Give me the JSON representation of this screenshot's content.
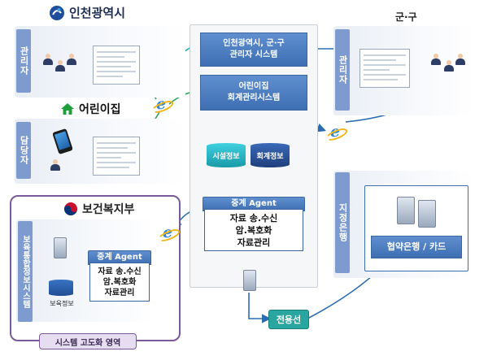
{
  "orgs": {
    "incheon": "인천광역시",
    "daycare": "어린이집",
    "gungu": "군·구",
    "mohw": "보건복지부"
  },
  "side_tabs": {
    "admin_left": "관리자",
    "staff": "담당자",
    "admin_right": "관리자",
    "bank": "지정은행",
    "welfare": "보육통합정보시스템"
  },
  "center": {
    "admin_system": [
      "인천광역시, 군·구",
      "관리자 시스템"
    ],
    "accounting_system": [
      "어린이집",
      "회계관리시스템"
    ],
    "db_facility": "시설정보",
    "db_accounting": "회계정보",
    "agent_title": "중계 Agent",
    "agent_lines": [
      "자료 송.수신",
      "암.복호화",
      "자료관리"
    ]
  },
  "welfare_box": {
    "agent_title": "중계 Agent",
    "agent_lines": [
      "자료 송.수신",
      "암.복호화",
      "자료관리"
    ],
    "db_label": "보육정보",
    "footer": "시스템 고도화 영역"
  },
  "bank": {
    "label": "협약은행 / 카드"
  },
  "dedicated_line": "전용선",
  "icons": {
    "browser": "ie-browser-icon",
    "server": "server-icon",
    "house": "house-icon",
    "phone": "smartphone-icon",
    "person": "person-icon"
  },
  "colors": {
    "tab": "#7e9bcf",
    "blue_box": "#4a7dbf",
    "teal_box": "#2aa6a0",
    "arrow_blue": "#2b6cb0",
    "arrow_green": "#2aa05a",
    "arrow_teal": "#18a9b6",
    "purple_border": "#7a5a9a"
  }
}
